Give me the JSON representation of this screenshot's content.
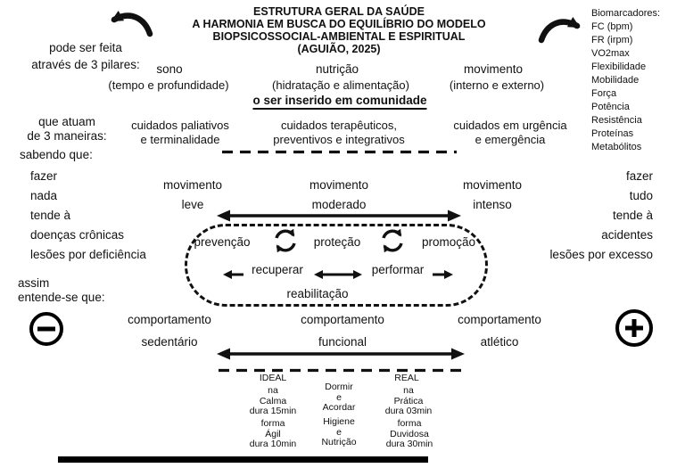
{
  "colors": {
    "ink": "#111111",
    "paper": "#ffffff"
  },
  "icons": {
    "top_left": "curved-arrow-counterclockwise",
    "top_right": "curved-arrow-clockwise",
    "cycle": "circular-arrows",
    "minus": "minus-in-circle",
    "plus": "plus-in-circle"
  },
  "title": {
    "line1": "ESTRUTURA GERAL DA SAÚDE",
    "line2": "A HARMONIA EM BUSCA DO EQUILÍBRIO DO MODELO",
    "line3": "BIOPSICOSSOCIAL-AMBIENTAL E ESPIRITUAL",
    "line4": "(AGUIÃO, 2025)"
  },
  "biomarkers": {
    "heading": "Biomarcadores:",
    "items": [
      "FC (bpm)",
      "FR (irpm)",
      "VO2max",
      "Flexibilidade",
      "Mobilidade",
      "Força",
      "Potência",
      "Resistência",
      "Proteínas",
      "Metabólitos"
    ]
  },
  "intro": {
    "pillars_line1": "pode ser feita",
    "pillars_line2": "através de 3 pilares:",
    "ways_line1": "que atuam",
    "ways_line2": "de 3 maneiras:",
    "knowing": "sabendo que:",
    "thus_line1": "assim",
    "thus_line2": "entende-se que:"
  },
  "pillars": [
    {
      "name": "sono",
      "detail": "(tempo e profundidade)"
    },
    {
      "name": "nutrição",
      "detail": "(hidratação e alimentação)"
    },
    {
      "name": "movimento",
      "detail": "(interno e externo)"
    }
  ],
  "community": "o ser inserido em comunidade",
  "care_types": [
    {
      "line1": "cuidados paliativos",
      "line2": "e terminalidade"
    },
    {
      "line1": "cuidados terapêuticos,",
      "line2": "preventivos e integrativos"
    },
    {
      "line1": "cuidados em urgência",
      "line2": "e emergência"
    }
  ],
  "deficiency_side": [
    "fazer",
    "nada",
    "tende à",
    "doenças crônicas",
    "lesões por deficiência"
  ],
  "excess_side": [
    "fazer",
    "tudo",
    "tende à",
    "acidentes",
    "lesões por excesso"
  ],
  "movement_levels": [
    {
      "line1": "movimento",
      "line2": "leve"
    },
    {
      "line1": "movimento",
      "line2": "moderado"
    },
    {
      "line1": "movimento",
      "line2": "intenso"
    }
  ],
  "cycle": {
    "prevention": "prevenção",
    "protection": "proteção",
    "promotion": "promoção",
    "recover": "recuperar",
    "perform": "performar",
    "rehabilitation": "reabilitação"
  },
  "behaviors": [
    {
      "line1": "comportamento",
      "line2": "sedentário"
    },
    {
      "line1": "comportamento",
      "line2": "funcional"
    },
    {
      "line1": "comportamento",
      "line2": "atlético"
    }
  ],
  "schedule": {
    "ideal_label": "IDEAL",
    "real_label": "REAL",
    "ideal_calm": "na\nCalma\ndura 15min",
    "ideal_agile": "forma\nÁgil\ndura 10min",
    "sleep_wake": "Dormir\ne\nAcordar",
    "hygiene_nutrition": "Higiene\ne\nNutrição",
    "real_practice": "na\nPrática\ndura 03min",
    "real_doubtful": "forma\nDuvidosa\ndura 30min"
  }
}
